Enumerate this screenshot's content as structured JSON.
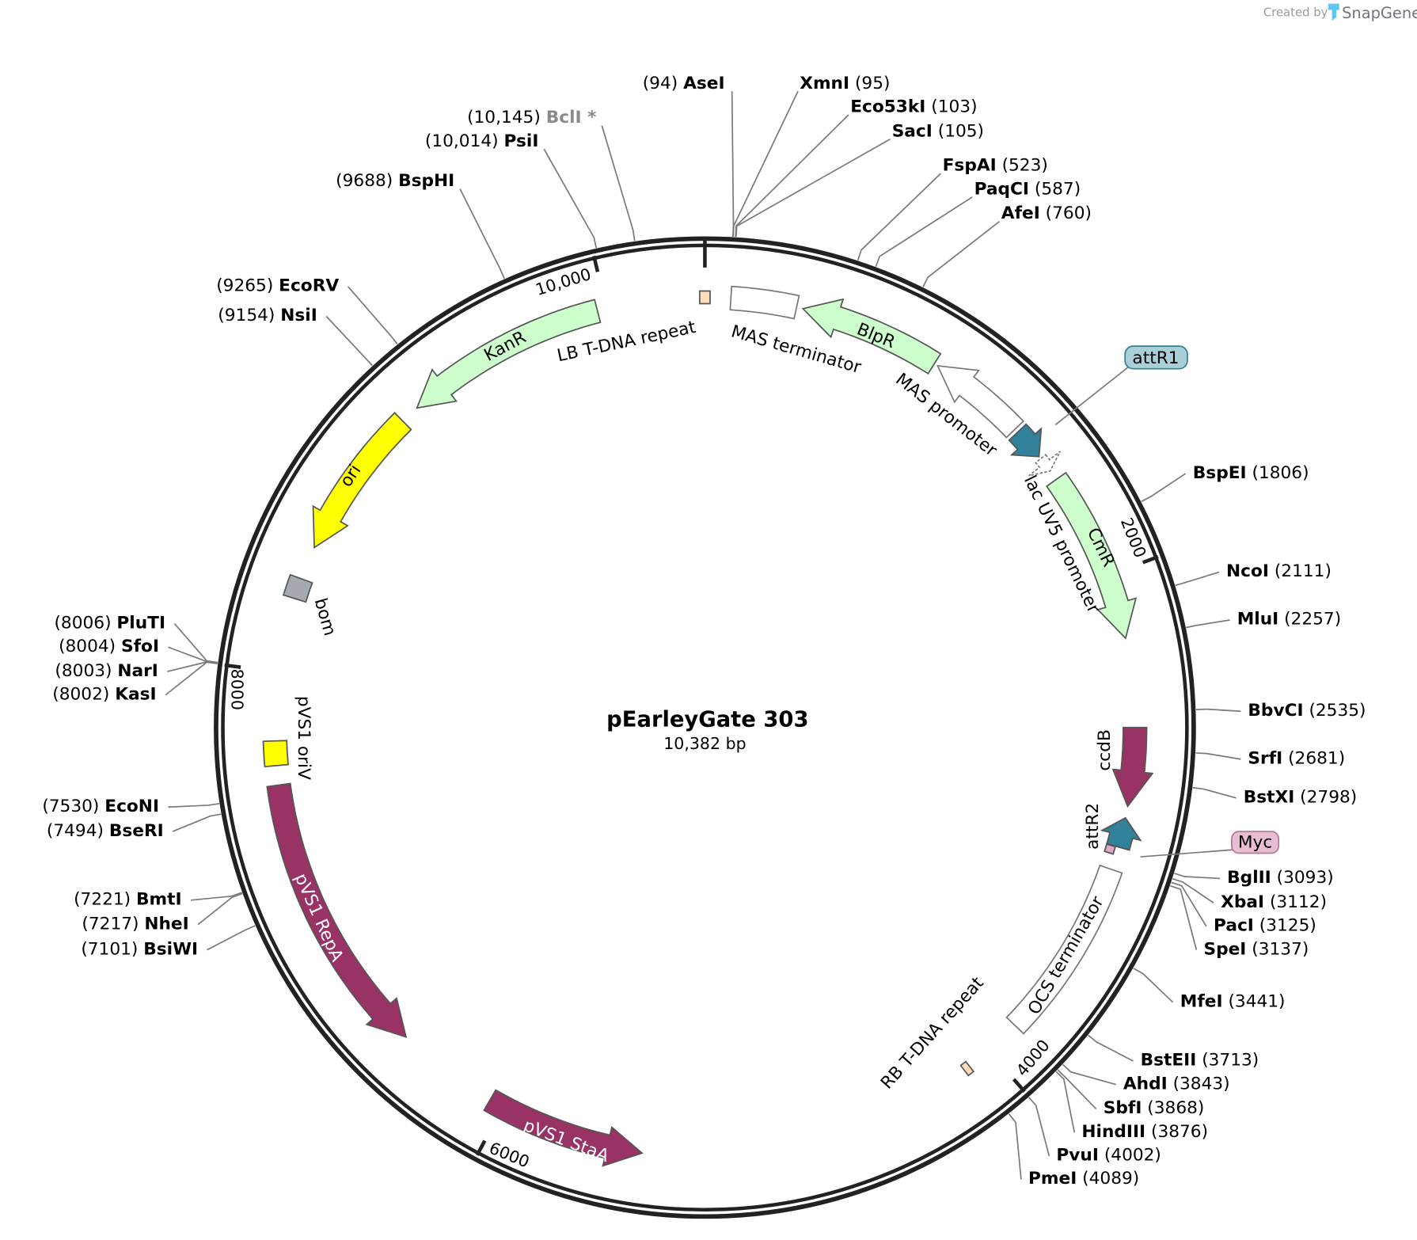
{
  "credit": {
    "prefix": "Created by",
    "brand": "SnapGene"
  },
  "plasmid": {
    "name": "pEarleyGate 303",
    "length_label": "10,382 bp",
    "length_bp": 10382
  },
  "ticks": [
    {
      "bp": 2000,
      "label": "2000"
    },
    {
      "bp": 4000,
      "label": "4000"
    },
    {
      "bp": 6000,
      "label": "6000"
    },
    {
      "bp": 8000,
      "label": "8000"
    },
    {
      "bp": 10000,
      "label": "10,000"
    }
  ],
  "features": [
    {
      "name": "LB T-DNA repeat",
      "start": 10362,
      "end": 20,
      "dir": "none",
      "color": "#ffdcb8"
    },
    {
      "name": "MAS terminator",
      "start": 100,
      "end": 355,
      "dir": "none",
      "color": "#ffffff"
    },
    {
      "name": "BlpR",
      "start": 380,
      "end": 930,
      "dir": "reverse",
      "color": "#ccffcc"
    },
    {
      "name": "MAS promoter",
      "start": 945,
      "end": 1330,
      "dir": "reverse",
      "color": "#ffffff"
    },
    {
      "name": "attR1",
      "start": 1345,
      "end": 1470,
      "dir": "forward",
      "color": "#31819a"
    },
    {
      "name": "lac UV5 promoter",
      "start": 1480,
      "end": 1540,
      "dir": "forward",
      "color": "#ffffff"
    },
    {
      "name": "CmR",
      "start": 1580,
      "end": 2250,
      "dir": "forward",
      "color": "#ccffcc"
    },
    {
      "name": "ccdB",
      "start": 2595,
      "end": 2900,
      "dir": "forward",
      "color": "#993366"
    },
    {
      "name": "attR2",
      "start": 2945,
      "end": 3060,
      "dir": "reverse",
      "color": "#31819a"
    },
    {
      "name": "Myc",
      "start": 3062,
      "end": 3092,
      "dir": "none",
      "color": "#e0a8c8"
    },
    {
      "name": "OCS terminator",
      "start": 3150,
      "end": 3860,
      "dir": "none",
      "color": "#ffffff"
    },
    {
      "name": "RB T-DNA repeat",
      "start": 4095,
      "end": 4120,
      "dir": "none",
      "color": "#ffdcb8"
    },
    {
      "name": "pVS1 StaA",
      "start": 5433,
      "end": 6056,
      "dir": "reverse",
      "color": "#993366"
    },
    {
      "name": "pVS1 RepA",
      "start": 6460,
      "end": 7565,
      "dir": "reverse",
      "color": "#993366"
    },
    {
      "name": "pVS1 oriV",
      "start": 7640,
      "end": 7735,
      "dir": "none",
      "color": "#ffff00"
    },
    {
      "name": "bom",
      "start": 8290,
      "end": 8370,
      "dir": "none",
      "color": "#a6aab0"
    },
    {
      "name": "ori",
      "start": 8500,
      "end": 9096,
      "dir": "reverse",
      "color": "#ffff00"
    },
    {
      "name": "KanR",
      "start": 9170,
      "end": 9965,
      "dir": "reverse",
      "color": "#ccffcc"
    }
  ],
  "callouts": {
    "attR1": "attR1",
    "Myc": "Myc"
  },
  "enzymes": [
    {
      "name": "AseI",
      "pos": "(94)",
      "bp": 94
    },
    {
      "name": "XmnI",
      "pos": "(95)",
      "bp": 95
    },
    {
      "name": "Eco53kI",
      "pos": "(103)",
      "bp": 103
    },
    {
      "name": "SacI",
      "pos": "(105)",
      "bp": 105
    },
    {
      "name": "FspAI",
      "pos": "(523)",
      "bp": 523
    },
    {
      "name": "PaqCI",
      "pos": "(587)",
      "bp": 587
    },
    {
      "name": "AfeI",
      "pos": "(760)",
      "bp": 760
    },
    {
      "name": "BspEI",
      "pos": "(1806)",
      "bp": 1806
    },
    {
      "name": "NcoI",
      "pos": "(2111)",
      "bp": 2111
    },
    {
      "name": "MluI",
      "pos": "(2257)",
      "bp": 2257
    },
    {
      "name": "BbvCI",
      "pos": "(2535)",
      "bp": 2535
    },
    {
      "name": "SrfI",
      "pos": "(2681)",
      "bp": 2681
    },
    {
      "name": "BstXI",
      "pos": "(2798)",
      "bp": 2798
    },
    {
      "name": "BglII",
      "pos": "(3093)",
      "bp": 3093
    },
    {
      "name": "XbaI",
      "pos": "(3112)",
      "bp": 3112
    },
    {
      "name": "PacI",
      "pos": "(3125)",
      "bp": 3125
    },
    {
      "name": "SpeI",
      "pos": "(3137)",
      "bp": 3137
    },
    {
      "name": "MfeI",
      "pos": "(3441)",
      "bp": 3441
    },
    {
      "name": "BstEII",
      "pos": "(3713)",
      "bp": 3713
    },
    {
      "name": "AhdI",
      "pos": "(3843)",
      "bp": 3843
    },
    {
      "name": "SbfI",
      "pos": "(3868)",
      "bp": 3868
    },
    {
      "name": "HindIII",
      "pos": "(3876)",
      "bp": 3876
    },
    {
      "name": "PvuI",
      "pos": "(4002)",
      "bp": 4002
    },
    {
      "name": "PmeI",
      "pos": "(4089)",
      "bp": 4089
    },
    {
      "name": "BsiWI",
      "pos": "(7101)",
      "bp": 7101
    },
    {
      "name": "NheI",
      "pos": "(7217)",
      "bp": 7217
    },
    {
      "name": "BmtI",
      "pos": "(7221)",
      "bp": 7221
    },
    {
      "name": "BseRI",
      "pos": "(7494)",
      "bp": 7494
    },
    {
      "name": "EcoNI",
      "pos": "(7530)",
      "bp": 7530
    },
    {
      "name": "KasI",
      "pos": "(8002)",
      "bp": 8002
    },
    {
      "name": "NarI",
      "pos": "(8003)",
      "bp": 8003
    },
    {
      "name": "SfoI",
      "pos": "(8004)",
      "bp": 8004
    },
    {
      "name": "PluTI",
      "pos": "(8006)",
      "bp": 8006
    },
    {
      "name": "NsiI",
      "pos": "(9154)",
      "bp": 9154
    },
    {
      "name": "EcoRV",
      "pos": "(9265)",
      "bp": 9265
    },
    {
      "name": "BspHI",
      "pos": "(9688)",
      "bp": 9688
    },
    {
      "name": "PsiI",
      "pos": "(10,014)",
      "bp": 10014
    },
    {
      "name": "BclI *",
      "pos": "(10,145)",
      "bp": 10145,
      "blocked": true
    }
  ],
  "colors": {
    "ring": "#222222",
    "line": "#7a7a7a",
    "blocked": "#8a8a8a"
  }
}
